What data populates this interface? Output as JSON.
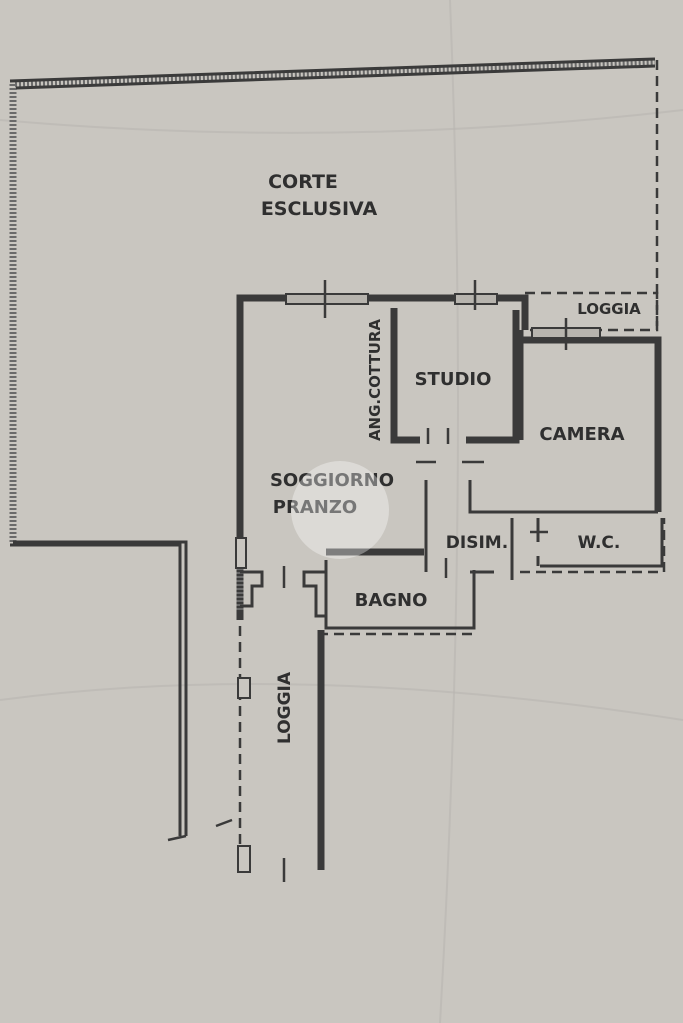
{
  "floor_plan": {
    "rooms": [
      {
        "id": "corte",
        "lines": [
          "CORTE",
          "ESCLUSIVA"
        ]
      },
      {
        "id": "loggia-top",
        "lines": [
          "LOGGIA"
        ]
      },
      {
        "id": "ang-cottura",
        "lines": [
          "ANG.COTTURA"
        ]
      },
      {
        "id": "studio",
        "lines": [
          "STUDIO"
        ]
      },
      {
        "id": "camera",
        "lines": [
          "CAMERA"
        ]
      },
      {
        "id": "soggiorno",
        "lines": [
          "SOGGIORNO",
          "PRANZO"
        ]
      },
      {
        "id": "disim",
        "lines": [
          "DISIM."
        ]
      },
      {
        "id": "wc",
        "lines": [
          "W.C."
        ]
      },
      {
        "id": "bagno",
        "lines": [
          "BAGNO"
        ]
      },
      {
        "id": "loggia-bottom",
        "lines": [
          "LOGGIA"
        ]
      }
    ]
  }
}
